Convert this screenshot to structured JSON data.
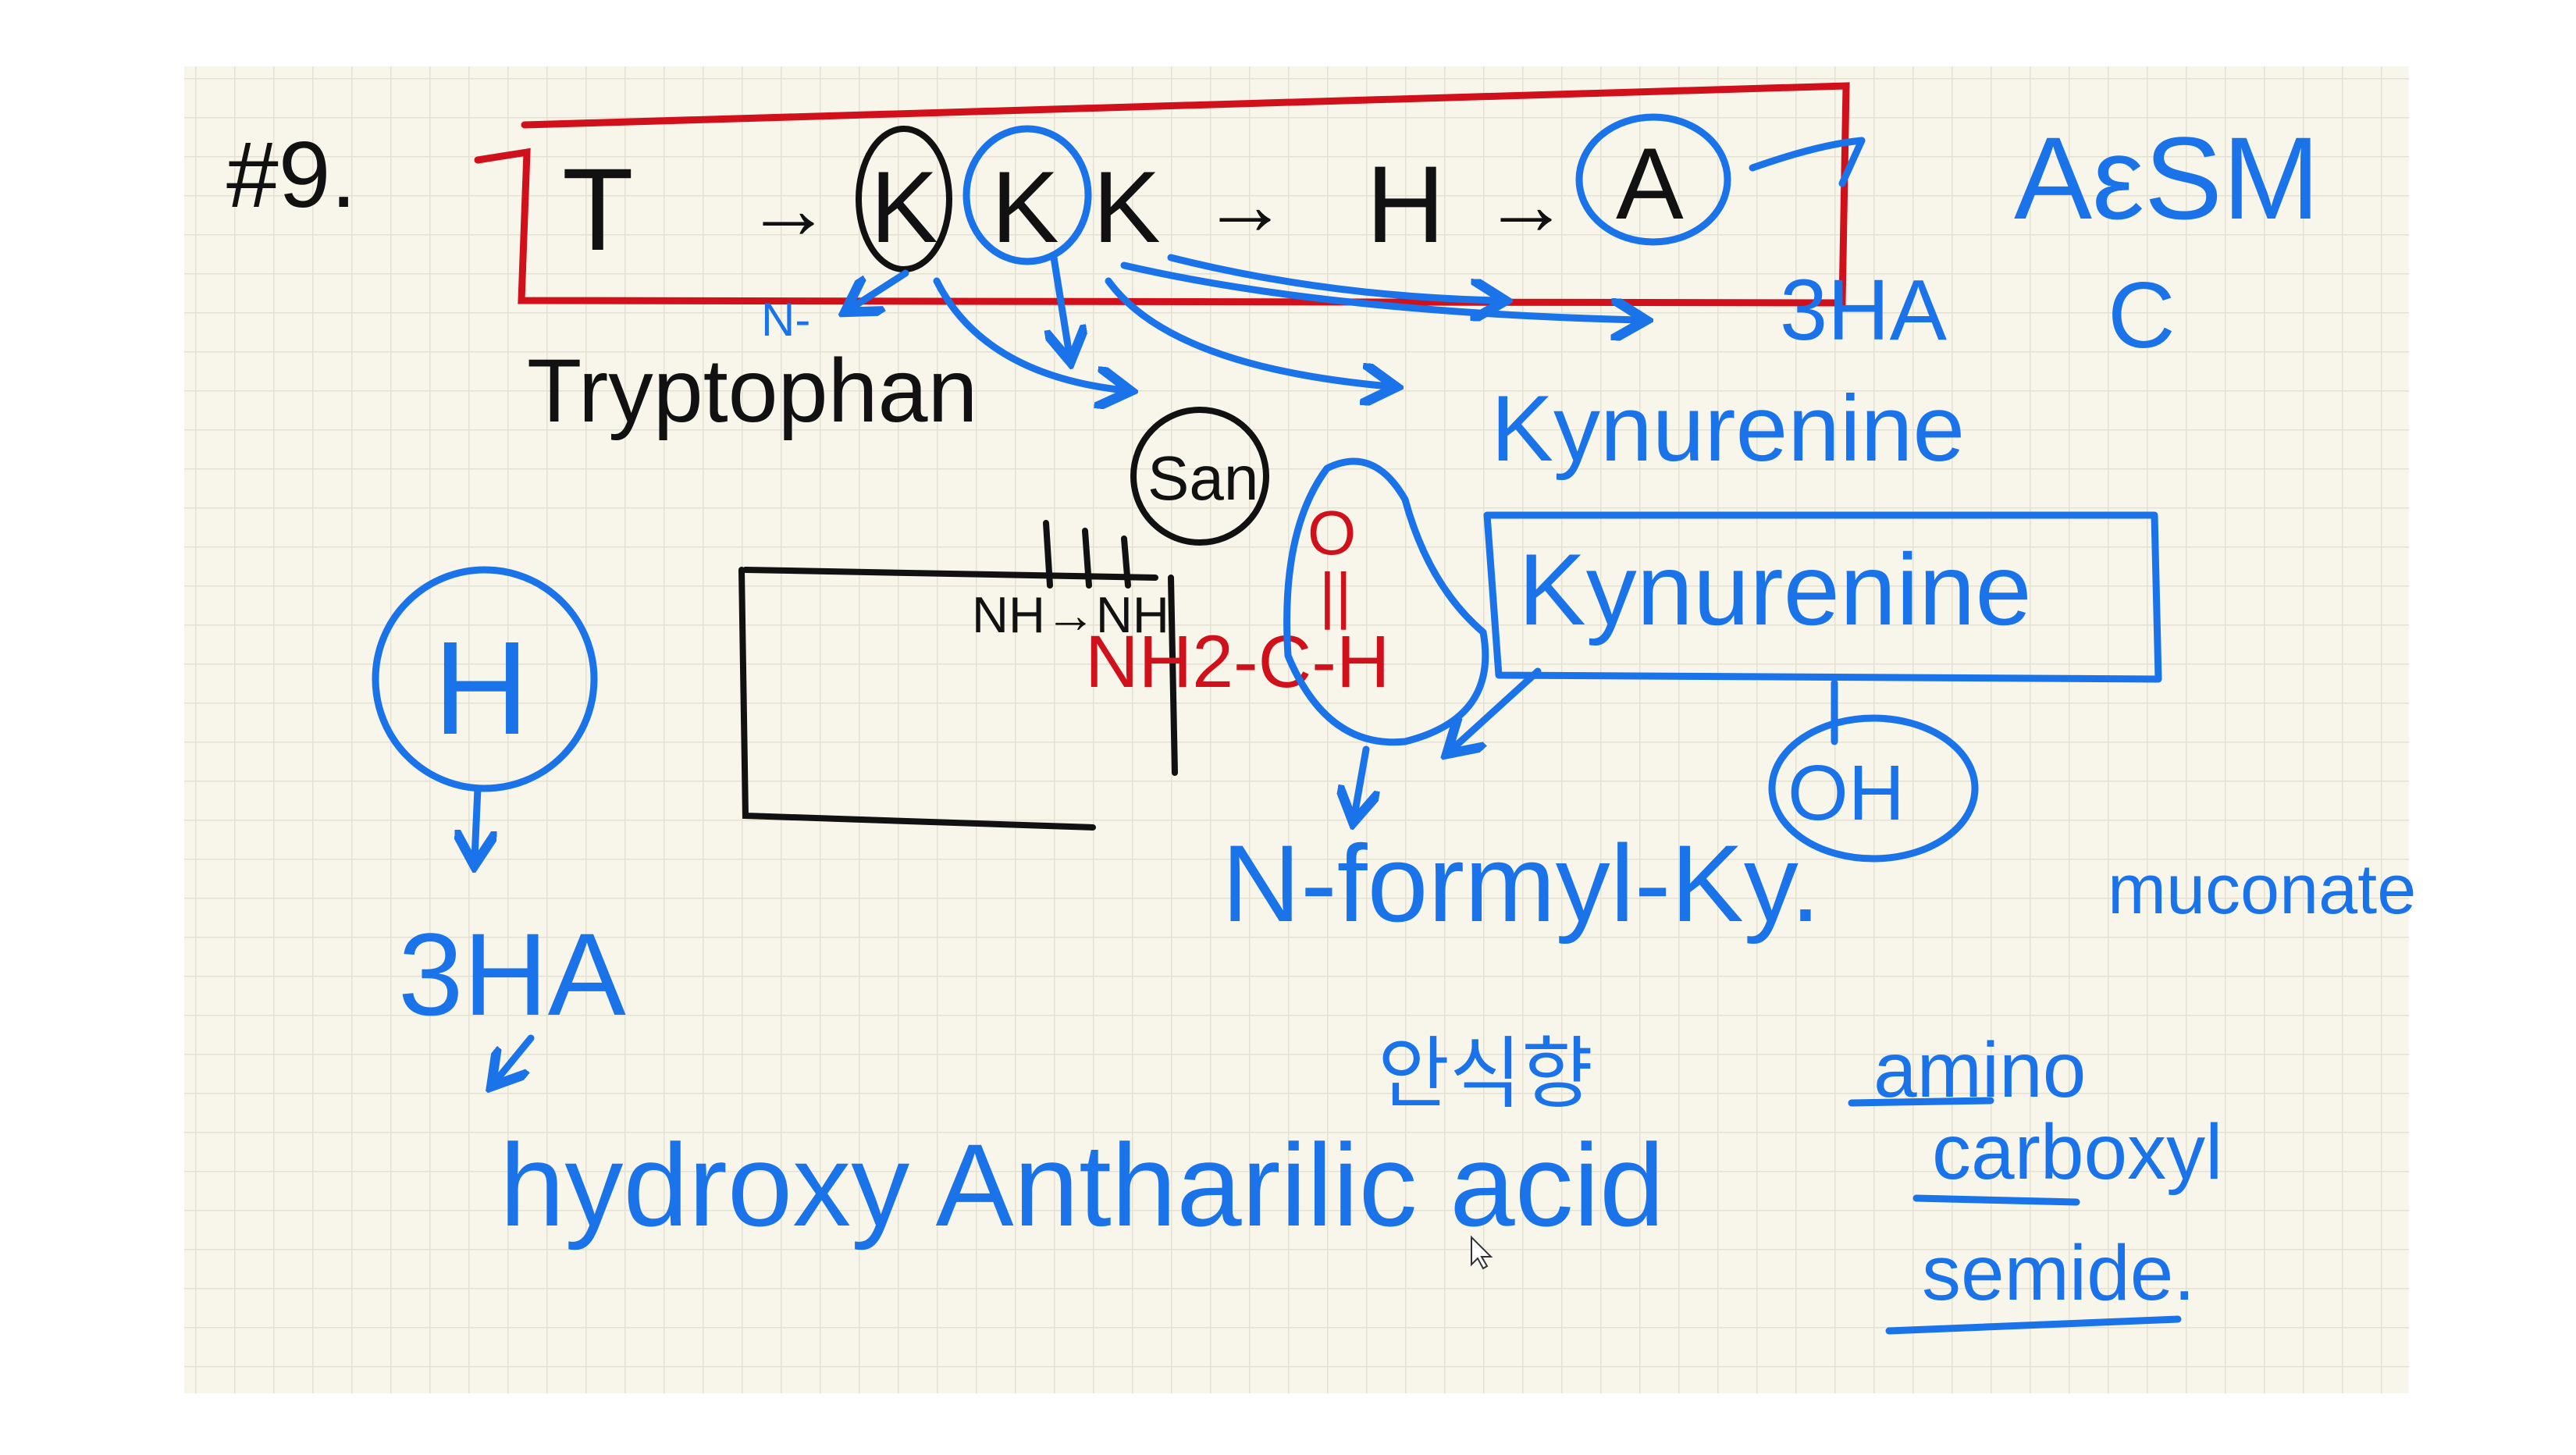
{
  "note": {
    "problem_number": "#9.",
    "pathway": {
      "t": "T",
      "k1": "K",
      "k2": "K",
      "k3": "K",
      "h": "H",
      "a": "A",
      "arrow": "→"
    },
    "acsm": "AεSM",
    "acsm_c": "C",
    "three_ha_top": "3HA",
    "n_label": "N-",
    "tryptophan": "Tryptophan",
    "kynurenine_1": "Kynurenine",
    "kynurenine_2": "Kynurenine",
    "san": "San",
    "nh_nh": "NH→NH",
    "structure": {
      "oxygen": "O",
      "double_bond": "||",
      "formula": "NH2-C-H"
    },
    "oh": "OH",
    "h_circled": "H",
    "three_ha": "3HA",
    "n_formyl": "N-formyl-Ky.",
    "korean_note": "안식향",
    "muconate": "muconate",
    "hydroxy": "hydroxy Antharilic acid",
    "amino": "amino",
    "carboxyl": "carboxyl",
    "semide": "semide."
  },
  "colors": {
    "paper": "#f8f6ea",
    "grid": "#e4e1d3",
    "blue_ink": "#1a73e8",
    "red_ink": "#d0101a",
    "black_ink": "#111111"
  }
}
